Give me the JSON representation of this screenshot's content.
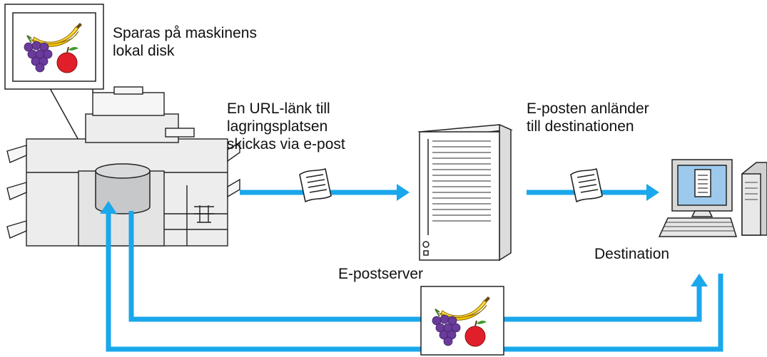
{
  "labels": {
    "storage_note": [
      "Sparas på maskinens",
      "lokal disk"
    ],
    "url_note": [
      "En URL-länk till",
      "lagringsplatsen",
      "skickas via e-post"
    ],
    "arrival_note": [
      "E-posten anländer",
      "till destinationen"
    ],
    "server": "E-postserver",
    "destination": "Destination"
  },
  "colors": {
    "arrow": "#1aa7ec",
    "outline": "#222222",
    "device_gray": "#ededed",
    "disk_fill": "#c7c8ca",
    "screen_blue": "#9cc9ec"
  },
  "icons": {
    "image_thumbnail": "fruit-picture-icon",
    "document": "paper-document-icon",
    "machine": "multifunction-printer-icon",
    "disk": "local-disk-icon",
    "server": "tower-server-icon",
    "computer": "desktop-computer-icon"
  }
}
